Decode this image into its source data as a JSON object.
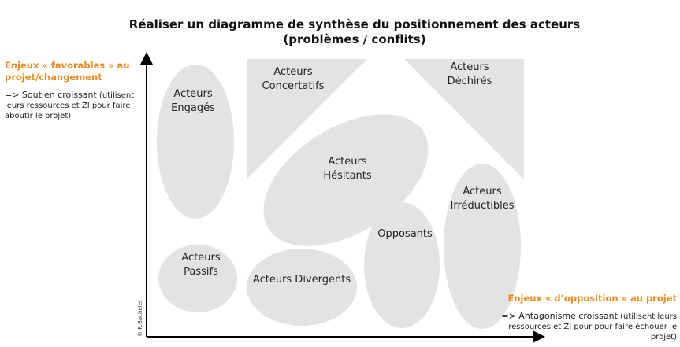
{
  "title": {
    "line1": "Réaliser un diagramme de synthèse du positionnement des acteurs",
    "line2": "(problèmes / conflits)"
  },
  "y_axis": {
    "title_line1": "Enjeux « favorables » au",
    "title_line2": "projet/changement",
    "desc_main": "=> Soutien croissant",
    "desc_detail": "(utilisent leurs ressources et ZI pour faire aboutir le projet)"
  },
  "x_axis": {
    "title": "Enjeux « d’opposition » au projet",
    "desc_main": "=> Antagonisme croissant",
    "desc_detail": "(utilisent leurs ressources et ZI pour pour faire échouer le projet)"
  },
  "copyright": "© R.Bachelet",
  "shapes": {
    "engages": {
      "line1": "Acteurs",
      "line2": "Engagés"
    },
    "concertatifs": {
      "line1": "Acteurs",
      "line2": "Concertatifs"
    },
    "dechires": {
      "line1": "Acteurs",
      "line2": "Déchirés"
    },
    "hesitants": {
      "line1": "Acteurs",
      "line2": "Hésitants"
    },
    "irreductibles": {
      "line1": "Acteurs",
      "line2": "Irréductibles"
    },
    "opposants": {
      "line1": "Opposants"
    },
    "passifs": {
      "line1": "Acteurs",
      "line2": "Passifs"
    },
    "divergents": {
      "line1": "Acteurs Divergents"
    }
  },
  "colors": {
    "shape_fill": "#e3e3e3",
    "accent": "#ee8a1b",
    "axis": "#000000"
  }
}
